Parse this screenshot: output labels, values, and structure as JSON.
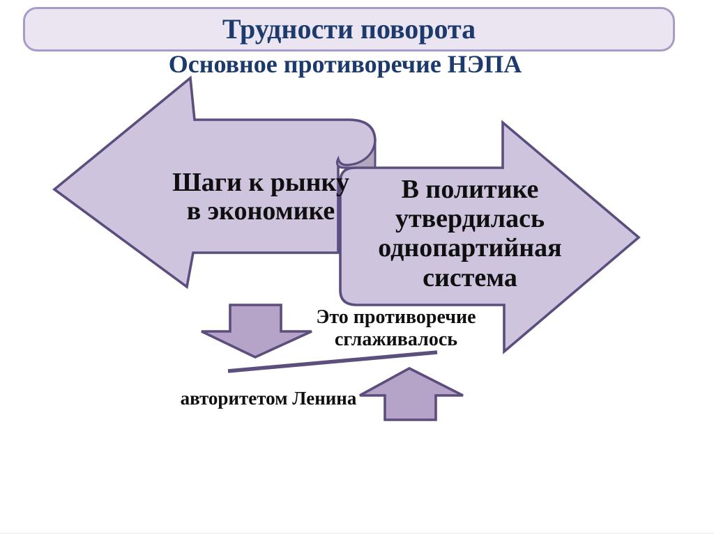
{
  "slide": {
    "title": "Трудности поворота",
    "subtitle": "Основное противоречие НЭПА"
  },
  "diagram": {
    "left_arrow_label": "Шаги к рынку\nв экономике",
    "right_arrow_label": "В политике\nутвердилась\nоднопартийная\nсистема",
    "note_smoothed": "Это противоречие\nсглаживалось",
    "note_lenin": "авторитетом Ленина"
  },
  "colors": {
    "banner_fill": "#eae5f1",
    "banner_border": "#a79bc7",
    "title_text": "#1d3a6c",
    "sheet_fill": "#cec4de",
    "sheet_stroke": "#5b4e7e",
    "roll_fill": "#b2a7c0",
    "small_arrow_fill": "#b5a3c8",
    "small_arrow_stroke": "#5c4d7c",
    "connector_line": "#5c4f7e",
    "body_text": "#0f0f0f"
  }
}
